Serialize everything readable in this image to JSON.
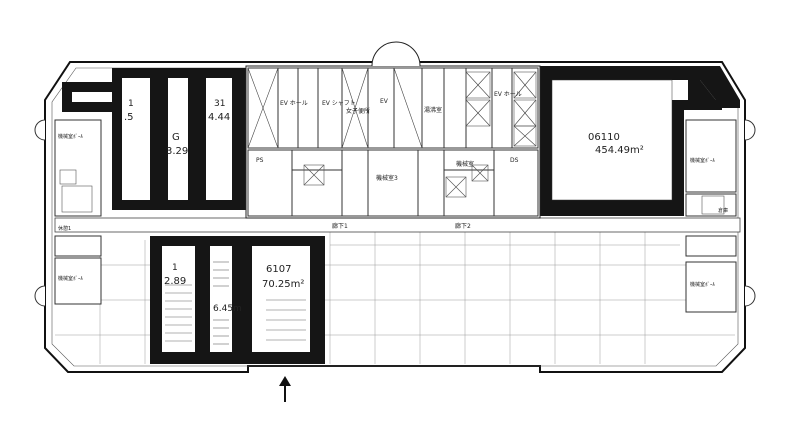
{
  "plan": {
    "units": [
      {
        "id": "unit-top-left-1",
        "code": "1",
        "area": ".5"
      },
      {
        "id": "unit-top-left-2",
        "code": "G",
        "area": "3.29"
      },
      {
        "id": "unit-top-left-3",
        "code": "31",
        "area": "4.44"
      },
      {
        "id": "unit-top-right",
        "code": "06110",
        "area": "454.49m²"
      },
      {
        "id": "unit-bottom-left-1",
        "code": "1",
        "area": "2.89"
      },
      {
        "id": "unit-bottom-left-2",
        "code": "",
        "area": "6.45m"
      },
      {
        "id": "unit-bottom-left-3",
        "code": "6107",
        "area": "70.25m²"
      }
    ],
    "core_labels": {
      "ev_hall_left": "EV\nホール",
      "ev_shaft": "EV\nシャフト",
      "ev_center": "EV",
      "ev_hall_right": "EV\nホール",
      "womens_restroom": "女子便所",
      "kitchen": "湯沸室",
      "machine_room_1": "機械室3",
      "machine_room_2": "機械室",
      "ps": "PS",
      "ds": "DS"
    },
    "corridors": {
      "corridor_1": "廊下1",
      "corridor_2": "廊下2"
    },
    "side_labels": {
      "left_top": "機械室ﾎﾞｰﾙ",
      "left_bottom": "機械室ﾎﾞｰﾙ",
      "right_top": "機械室ﾎﾞｰﾙ",
      "right_bottom": "機械室ﾎﾞｰﾙ",
      "left_mid": "休憩1",
      "right_mid": "倉庫"
    },
    "entrance_arrow": "↑"
  }
}
